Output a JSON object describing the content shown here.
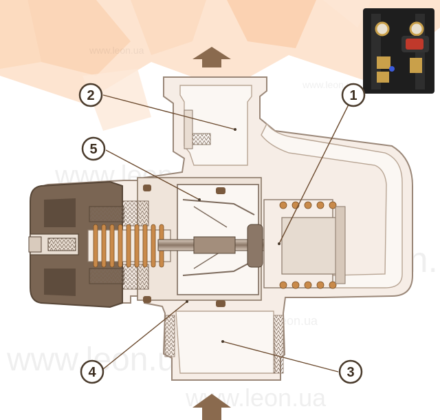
{
  "callouts": [
    {
      "id": "1",
      "label": "1"
    },
    {
      "id": "2",
      "label": "2"
    },
    {
      "id": "3",
      "label": "3"
    },
    {
      "id": "4",
      "label": "4"
    },
    {
      "id": "5",
      "label": "5"
    }
  ],
  "watermark": "www.leon.ua",
  "colors": {
    "body_fill": "#f6ede6",
    "body_stroke": "#9a8778",
    "knob": "#7a6553",
    "knob_dark": "#564536",
    "spring": "#c98a4a",
    "arrow": "#8a6a4e",
    "callout_stroke": "#4a3b2c"
  },
  "icons": [
    "flow-up-arrow-icon",
    "flow-up-arrow-icon",
    "product-photo-icon"
  ]
}
